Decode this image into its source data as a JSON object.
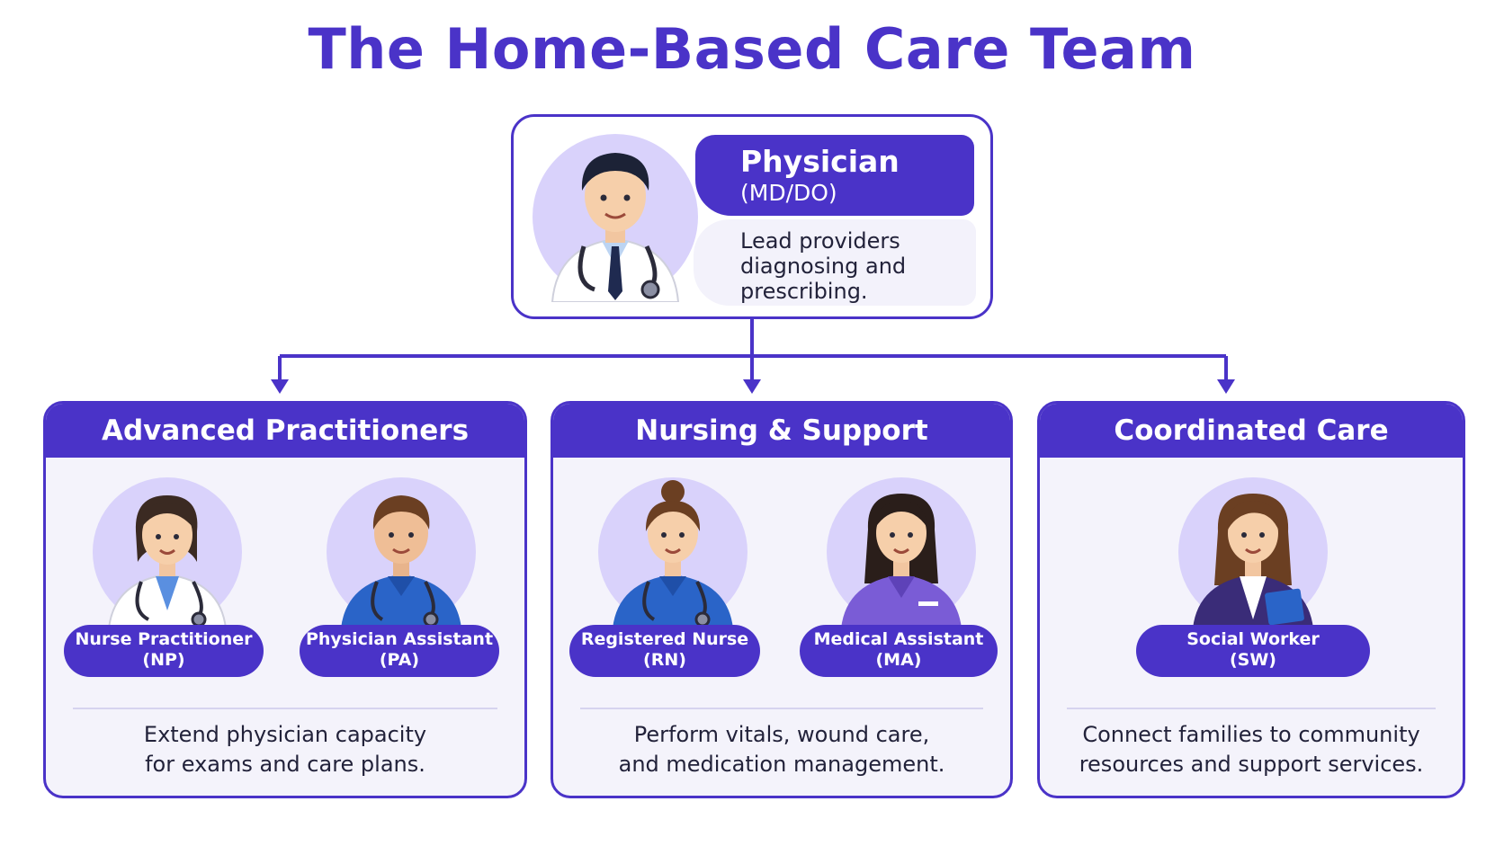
{
  "title": "The Home-Based Care Team",
  "lead": {
    "role": "Physician",
    "abbr": "(MD/DO)",
    "description_lines": [
      "Lead providers",
      "diagnosing and",
      "prescribing."
    ]
  },
  "groups": [
    {
      "header": "Advanced Practitioners",
      "members": [
        {
          "role": "Nurse Practitioner",
          "abbr": "(NP)"
        },
        {
          "role": "Physician Assistant",
          "abbr": "(PA)"
        }
      ],
      "description_lines": [
        "Extend physician capacity",
        "for exams and care plans."
      ]
    },
    {
      "header": "Nursing & Support",
      "members": [
        {
          "role": "Registered Nurse",
          "abbr": "(RN)"
        },
        {
          "role": "Medical Assistant",
          "abbr": "(MA)"
        }
      ],
      "description_lines": [
        "Perform vitals, wound care,",
        "and medication management."
      ]
    },
    {
      "header": "Coordinated Care",
      "members": [
        {
          "role": "Social Worker",
          "abbr": "(SW)"
        }
      ],
      "description_lines": [
        "Connect families to community",
        "resources and support services."
      ]
    }
  ],
  "colors": {
    "accent": "#4a33c8",
    "avatar_bg": "#d9d2fb",
    "card_bg": "#f4f3fb",
    "scrubs_blue": "#2a64c8",
    "scrubs_purple": "#7a5cd6"
  }
}
